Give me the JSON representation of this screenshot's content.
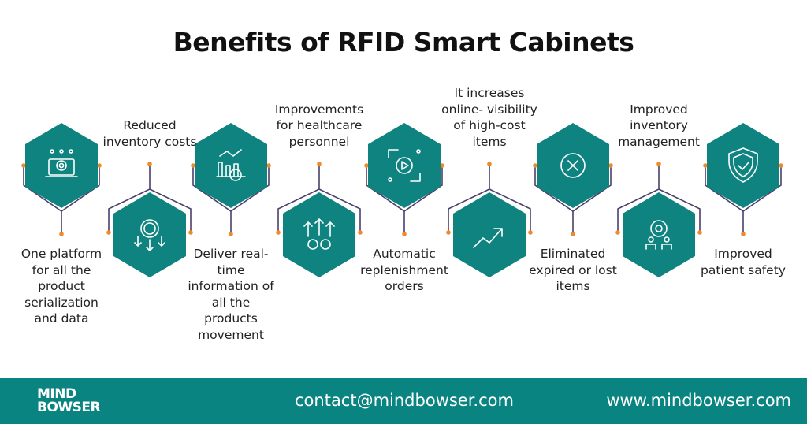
{
  "title": "Benefits of RFID Smart Cabinets",
  "colors": {
    "hex": "#0e837f",
    "line": "#4b3f6b",
    "dot": "#f0892a",
    "footer": "#0a8480"
  },
  "benefits": [
    {
      "label": "One platform for all the product serialization and data",
      "icon": "laptop-gear-icon",
      "position": "up"
    },
    {
      "label": "Reduced inventory costs",
      "icon": "dollar-down-arrows-icon",
      "position": "down"
    },
    {
      "label": "Deliver real-time information of all the products movement",
      "icon": "chart-clock-icon",
      "position": "up"
    },
    {
      "label": "Improvements for healthcare personnel",
      "icon": "arrows-gears-icon",
      "position": "down"
    },
    {
      "label": "Automatic replenishment orders",
      "icon": "process-cycle-icon",
      "position": "up"
    },
    {
      "label": "It increases online- visibility of high-cost items",
      "icon": "trend-up-arrow-icon",
      "position": "down"
    },
    {
      "label": "Eliminated expired or lost items",
      "icon": "x-circle-icon",
      "position": "up"
    },
    {
      "label": "Improved inventory management",
      "icon": "team-gear-icon",
      "position": "down"
    },
    {
      "label": "Improved patient safety",
      "icon": "shield-check-icon",
      "position": "up"
    }
  ],
  "footer": {
    "logo_line1": "MIND",
    "logo_line2": "BOWSER",
    "email": "contact@mindbowser.com",
    "website": "www.mindbowser.com"
  }
}
